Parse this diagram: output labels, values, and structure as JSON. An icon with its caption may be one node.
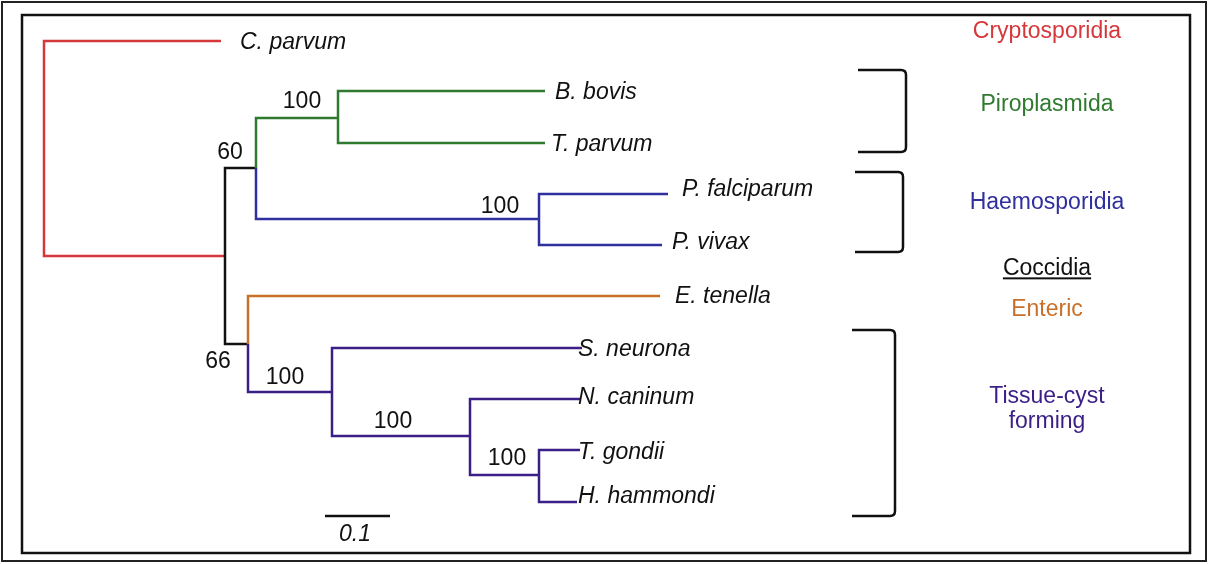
{
  "diagram": {
    "labels": [
      "C. parvum",
      "Cryptosporidia",
      "100",
      "B. bovis",
      "Piroplasmida",
      "60",
      "T. parvum",
      "100",
      "P. falciparum",
      "Haemosporidia",
      "P. vivax",
      "Coccidia",
      "E. tenella",
      "Enteric",
      "S. neurona",
      "66",
      "100",
      "N. caninum",
      "Tissue-cyst forming",
      "100",
      "100",
      "T. gondii",
      "H. hammondi",
      "0.1"
    ]
  }
}
